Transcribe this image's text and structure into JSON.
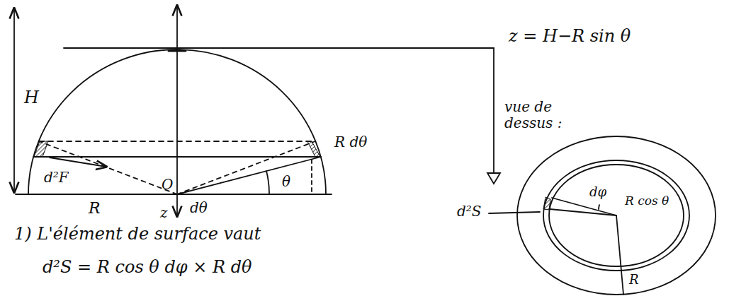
{
  "diagram": {
    "labels": [
      "H",
      "z = H−R sin θ",
      "R dθ",
      "d²F",
      "R",
      "O",
      "θ",
      "z",
      "dθ",
      "vue de dessus :",
      "dφ",
      "R cos θ",
      "d²S",
      "R",
      "1) L'élément de surface vaut",
      "d²S = R cos θ dφ × R dθ"
    ]
  }
}
